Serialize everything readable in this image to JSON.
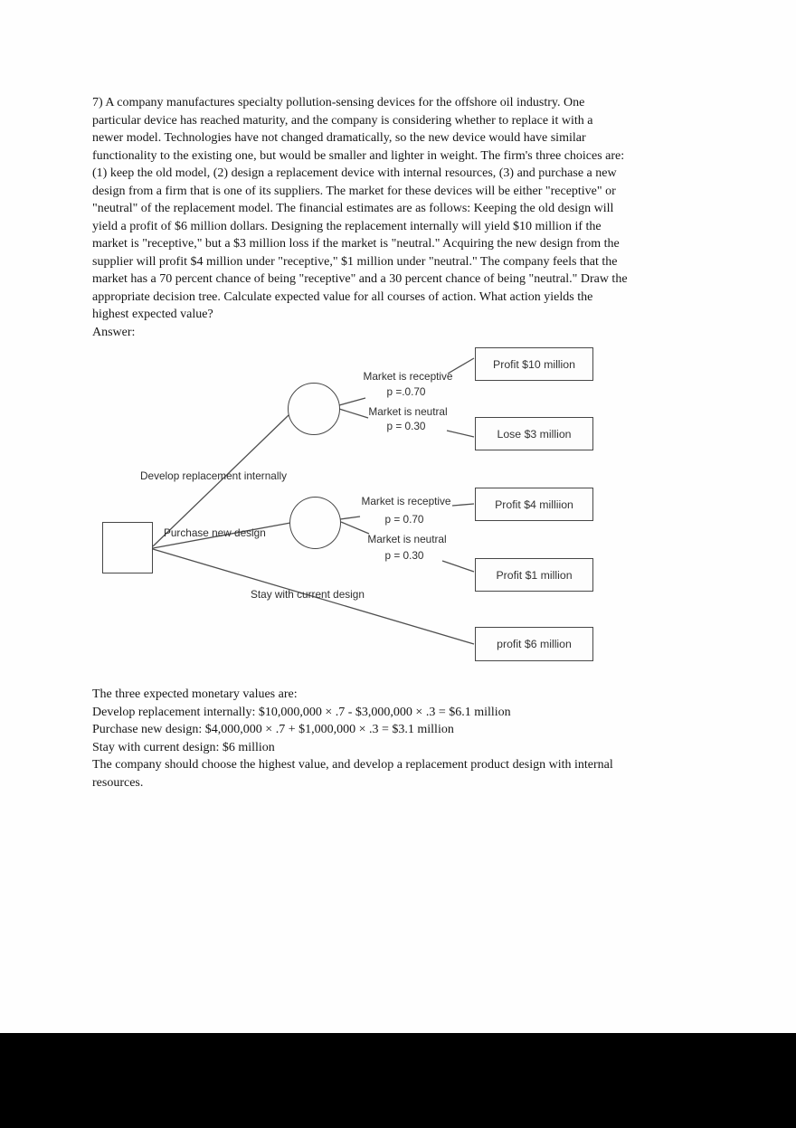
{
  "question": {
    "lines": [
      "7) A company manufactures specialty pollution-sensing devices for the offshore oil industry. One",
      "particular device has reached maturity, and the company is considering whether to replace it with a",
      "newer model. Technologies have not changed dramatically, so the new device would have similar",
      "functionality to the existing one, but would be smaller and lighter in weight. The firm's three choices are:",
      "(1) keep the old model, (2) design a replacement device with internal resources, (3) and purchase a new",
      "design from a firm that is one of its suppliers. The market for these devices will be either \"receptive\" or",
      "\"neutral\" of the replacement model. The financial estimates are as follows: Keeping the old design will",
      "yield a profit of $6 million dollars. Designing the replacement internally will yield $10 million if the",
      "market is \"receptive,\" but a $3 million loss if the market is \"neutral.\" Acquiring the new design from the",
      "supplier will profit $4 million under \"receptive,\" $1 million under \"neutral.\" The company feels that the",
      "market has a 70 percent chance of being \"receptive\" and a 30 percent chance of being \"neutral.\" Draw the",
      "appropriate decision tree. Calculate expected value for all courses of action. What action yields the",
      "highest expected value?"
    ],
    "answer_label": "Answer:"
  },
  "diagram": {
    "branches": {
      "develop": "Develop replacement internally",
      "purchase": "Purchase new design",
      "stay": "Stay with current design"
    },
    "chance_develop": {
      "receptive_label": "Market is receptive",
      "receptive_prob": "p =.0.70",
      "neutral_label": "Market is neutral",
      "neutral_prob": "p = 0.30"
    },
    "chance_purchase": {
      "receptive_label": "Market is receptive",
      "receptive_prob": "p = 0.70",
      "neutral_label": "Market is neutral",
      "neutral_prob": "p = 0.30"
    },
    "outcomes": {
      "develop_receptive": "Profit $10 million",
      "develop_neutral": "Lose $3 million",
      "purchase_receptive": "Profit $4 milliion",
      "purchase_neutral": "Profit $1 million",
      "stay": "profit $6 million"
    },
    "line_color": "#4f4f4f"
  },
  "solution": {
    "lines": [
      "The three expected monetary values are:",
      "Develop replacement internally: $10,000,000 × .7 - $3,000,000 × .3 = $6.1 million",
      "Purchase new design: $4,000,000 × .7 + $1,000,000 × .3 = $3.1 million",
      "Stay with current design: $6 million",
      "The company should choose the highest value, and develop a replacement product design with internal",
      "resources."
    ]
  }
}
